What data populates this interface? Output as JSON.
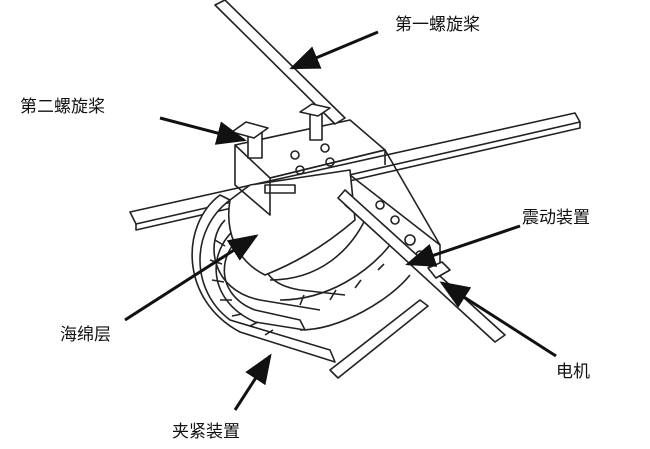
{
  "labels": {
    "first_propeller": "第一螺旋桨",
    "second_propeller": "第二螺旋桨",
    "vibration_device": "震动装置",
    "sponge_layer": "海绵层",
    "motor": "电机",
    "clamping_device": "夹紧装置"
  },
  "colors": {
    "line": "#222222",
    "background": "#ffffff"
  }
}
